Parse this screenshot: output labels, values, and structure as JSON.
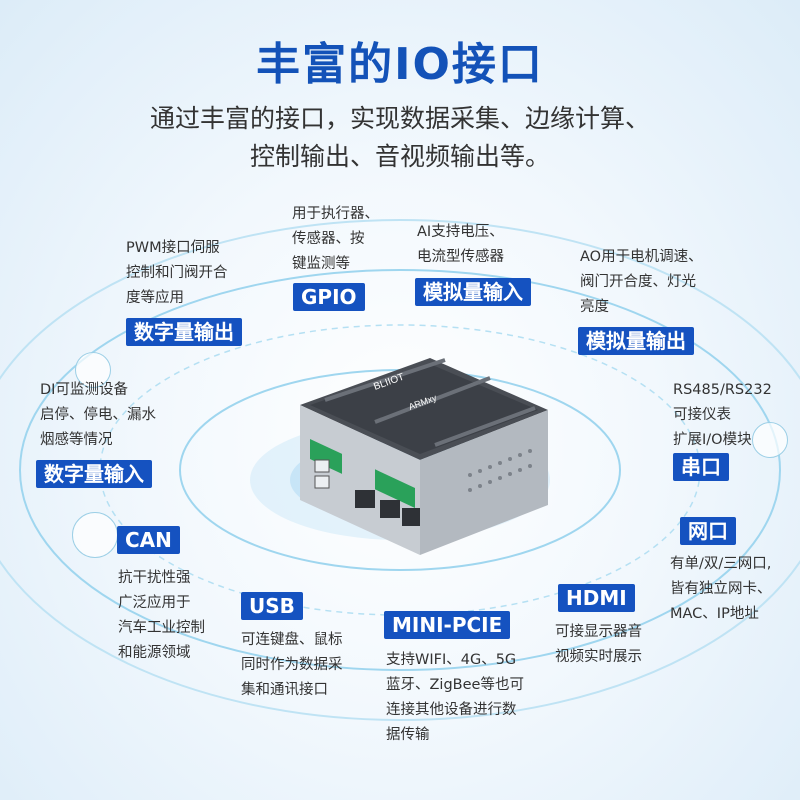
{
  "header": {
    "title": "丰富的IO接口",
    "subtitle_line1": "通过丰富的接口，实现数据采集、边缘计算、",
    "subtitle_line2": "控制输出、音视频输出等。"
  },
  "device": {
    "brand": "BLIIOT",
    "model": "ARMxy"
  },
  "features": {
    "gpio": {
      "label": "GPIO",
      "lines": [
        "用于执行器、",
        "传感器、按",
        "键监测等"
      ]
    },
    "ai": {
      "label": "模拟量输入",
      "lines": [
        "AI支持电压、",
        "电流型传感器"
      ]
    },
    "do": {
      "label": "数字量输出",
      "lines": [
        "PWM接口伺服",
        "控制和门阀开合",
        "度等应用"
      ]
    },
    "ao": {
      "label": "模拟量输出",
      "lines": [
        "AO用于电机调速、",
        "阀门开合度、灯光",
        "亮度"
      ]
    },
    "di": {
      "label": "数字量输入",
      "lines": [
        "DI可监测设备",
        "启停、停电、漏水",
        "烟感等情况"
      ]
    },
    "serial": {
      "label": "串口",
      "lines": [
        "RS485/RS232",
        "可接仪表",
        "扩展I/O模块"
      ]
    },
    "can": {
      "label": "CAN",
      "lines": [
        "抗干扰性强",
        "广泛应用于",
        "汽车工业控制",
        "和能源领域"
      ]
    },
    "ethernet": {
      "label": "网口",
      "lines": [
        "有单/双/三网口,",
        "皆有独立网卡、",
        "MAC、IP地址"
      ]
    },
    "usb": {
      "label": "USB",
      "lines": [
        "可连键盘、鼠标",
        "同时作为数据采",
        "集和通讯接口"
      ]
    },
    "minipcie": {
      "label": "MINI-PCIE",
      "lines": [
        "支持WIFI、4G、5G",
        "蓝牙、ZigBee等也可",
        "连接其他设备进行数",
        "据传输"
      ]
    },
    "hdmi": {
      "label": "HDMI",
      "lines": [
        "可接显示器音",
        "视频实时展示"
      ]
    }
  },
  "colors": {
    "accent": "#1552c0",
    "title": "#1352b8",
    "ring": "#8fd0ee"
  }
}
